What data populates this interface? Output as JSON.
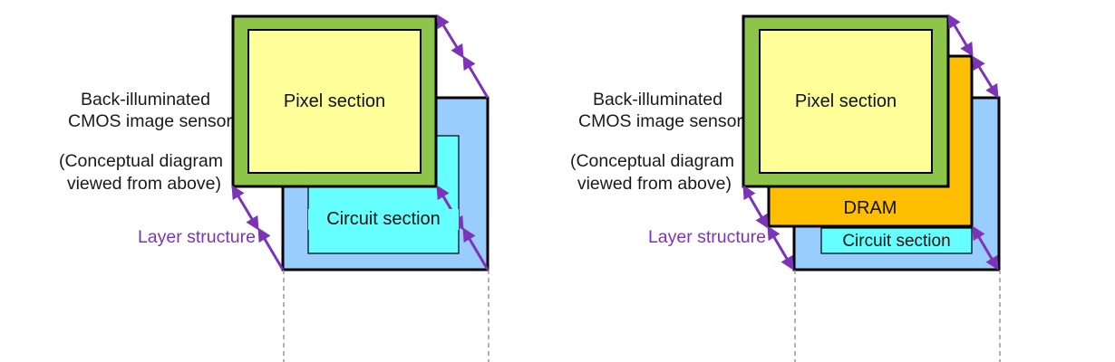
{
  "left_diagram": {
    "caption_line1": "Back-illuminated",
    "caption_line2": "CMOS image sensor",
    "note_line1": "(Conceptual diagram",
    "note_line2": "viewed from above)",
    "layer_label": "Layer structure",
    "pixel_label": "Pixel section",
    "circuit_label": "Circuit section"
  },
  "right_diagram": {
    "caption_line1": "Back-illuminated",
    "caption_line2": "CMOS image sensor",
    "note_line1": "(Conceptual diagram",
    "note_line2": "viewed from above)",
    "layer_label": "Layer structure",
    "pixel_label": "Pixel section",
    "dram_label": "DRAM",
    "circuit_label": "Circuit section"
  },
  "colors": {
    "pixel_fill": "#ffff99",
    "pixel_frame": "#8dc44a",
    "circuit_board": "#99ccff",
    "circuit_chip": "#66ffff",
    "dram": "#ffbf00",
    "arrow": "#7d33b8",
    "outline": "#000000"
  }
}
